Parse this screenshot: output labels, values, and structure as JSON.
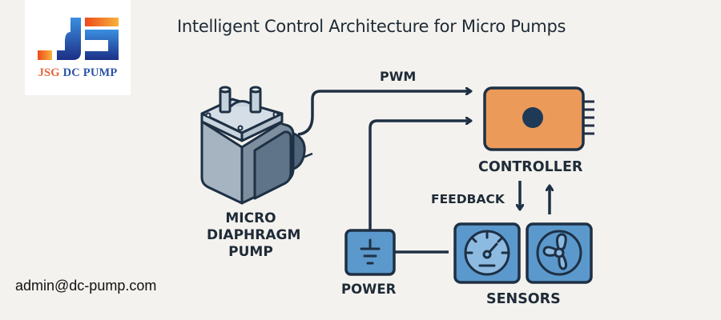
{
  "brand": {
    "logo_part1": "JSG",
    "logo_part2": "DC PUMP",
    "colors": {
      "blue": "#2a53a4",
      "orange": "#e8643a",
      "orange_light": "#f7a23a"
    }
  },
  "title": "Intelligent Control Architecture for Micro Pumps",
  "components": {
    "pump": {
      "lines": [
        "MICRO",
        "DIAPHRAGM",
        "PUMP"
      ],
      "icon": "diaphragm-pump-icon"
    },
    "controller": {
      "label": "CONTROLLER",
      "icon": "controller-board-icon",
      "color": "#ec9a5a"
    },
    "power": {
      "label": "POWER",
      "icon": "ground-symbol-icon",
      "color": "#5b98cc"
    },
    "sensors": {
      "label": "SENSORS",
      "items": [
        {
          "name": "pressure gauge",
          "icon": "gauge-icon"
        },
        {
          "name": "flow sensor",
          "icon": "fan-propeller-icon"
        }
      ],
      "color": "#5b98cc"
    }
  },
  "connections": {
    "pwm": "PWM",
    "feedback": "FEEDBACK"
  },
  "colors": {
    "stroke": "#1e3044",
    "background": "#f4f2ee"
  },
  "footer": {
    "email": "admin@dc-pump.com"
  }
}
